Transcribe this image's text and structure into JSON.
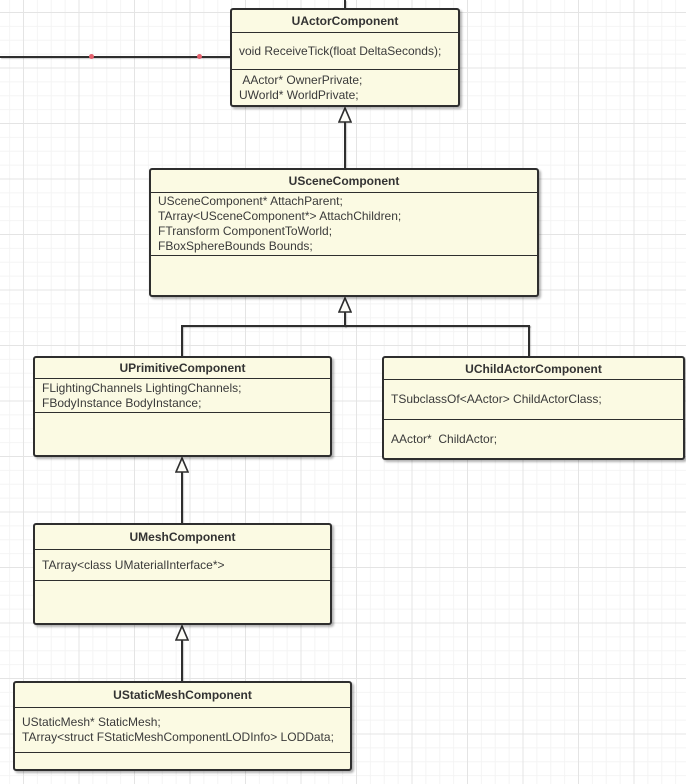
{
  "colors": {
    "node_fill": "#fbfae3",
    "node_border": "#2e2e2e",
    "edge": "#2e2e2e",
    "waypoint_dot": "#e4606d",
    "grid_minor": "#f4f4f4",
    "grid_major": "#e4e4e4"
  },
  "classes": {
    "uactorcomponent": {
      "title": "UActorComponent",
      "section1": [
        "void ReceiveTick(float DeltaSeconds);"
      ],
      "section2": [
        " AActor* OwnerPrivate;",
        "UWorld* WorldPrivate;"
      ]
    },
    "uscenecomponent": {
      "title": "USceneComponent",
      "section1": [
        "USceneComponent* AttachParent;",
        "TArray<USceneComponent*> AttachChildren;",
        "FTransform ComponentToWorld;",
        "FBoxSphereBounds Bounds;"
      ],
      "section2": []
    },
    "uprimitivecomponent": {
      "title": "UPrimitiveComponent",
      "section1": [
        "FLightingChannels LightingChannels;",
        "FBodyInstance BodyInstance;"
      ],
      "section2": []
    },
    "uchildactorcomponent": {
      "title": "UChildActorComponent",
      "section1": [
        "TSubclassOf<AActor> ChildActorClass;"
      ],
      "section2": [
        "AActor*  ChildActor;"
      ]
    },
    "umeshcomponent": {
      "title": "UMeshComponent",
      "section1": [
        "TArray<class UMaterialInterface*>"
      ],
      "section2": []
    },
    "ustaticmeshcomponent": {
      "title": "UStaticMeshComponent",
      "section1": [
        "UStaticMesh* StaticMesh;",
        "TArray<struct FStaticMeshComponentLODInfo> LODData;"
      ],
      "section2": []
    }
  },
  "relationships": [
    {
      "from": "USceneComponent",
      "to": "UActorComponent",
      "type": "generalization"
    },
    {
      "from": "UPrimitiveComponent",
      "to": "USceneComponent",
      "type": "generalization"
    },
    {
      "from": "UChildActorComponent",
      "to": "USceneComponent",
      "type": "generalization"
    },
    {
      "from": "UMeshComponent",
      "to": "UPrimitiveComponent",
      "type": "generalization"
    },
    {
      "from": "UStaticMeshComponent",
      "to": "UMeshComponent",
      "type": "generalization"
    },
    {
      "from": "offscreen-left",
      "to": "UActorComponent",
      "type": "edge"
    },
    {
      "from": "UActorComponent",
      "to": "offscreen-top",
      "type": "edge"
    }
  ]
}
